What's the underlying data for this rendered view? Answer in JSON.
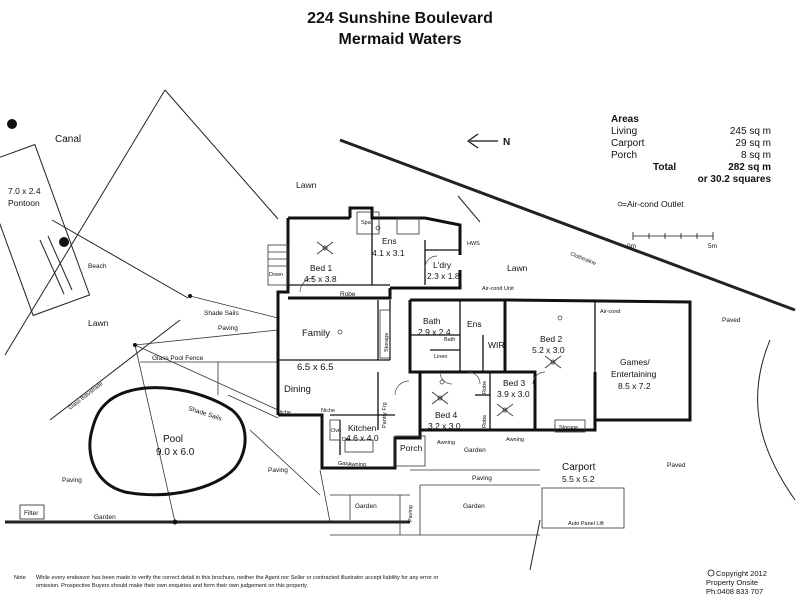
{
  "header": {
    "address": "224 Sunshine Boulevard",
    "suburb": "Mermaid Waters"
  },
  "areas": {
    "heading": "Areas",
    "rows": [
      {
        "name": "Living",
        "value": "245 sq m"
      },
      {
        "name": "Carport",
        "value": "29 sq m"
      },
      {
        "name": "Porch",
        "value": "8 sq m"
      }
    ],
    "total_label": "Total",
    "total_value": "282 sq m",
    "squares": "or 30.2 squares"
  },
  "legend": {
    "aircond": "=Air-cond Outlet"
  },
  "compass": {
    "north": "N"
  },
  "scale": {
    "start": "0m",
    "end": "5m"
  },
  "rooms": {
    "bed1": {
      "name": "Bed 1",
      "size": "4.5 x 3.8"
    },
    "ens1": {
      "name": "Ens",
      "size": "4.1 x 3.1"
    },
    "ldry": {
      "name": "L'dry",
      "size": "2.3 x 1.8"
    },
    "family": {
      "name": "Family",
      "size": "6.5 x 6.5"
    },
    "dining": {
      "name": "Dining"
    },
    "bath": {
      "name": "Bath",
      "size": "2.9 x 2.4"
    },
    "ens2": {
      "name": "Ens"
    },
    "wir": {
      "name": "WIR"
    },
    "bed2": {
      "name": "Bed 2",
      "size": "5.2 x 3.0"
    },
    "games": {
      "name": "Games/",
      "name2": "Entertaining",
      "size": "8.5 x 7.2"
    },
    "bed3": {
      "name": "Bed 3",
      "size": "3.9 x 3.0"
    },
    "bed4": {
      "name": "Bed 4",
      "size": "3.2 x 3.0"
    },
    "kitchen": {
      "name": "Kitchen",
      "size": "4.6 x 4.0"
    },
    "porch": {
      "name": "Porch"
    },
    "pool": {
      "name": "Pool",
      "size": "9.0 x 6.0"
    },
    "carport": {
      "name": "Carport",
      "size": "5.5 x 5.2"
    },
    "pontoon": {
      "size": "7.0 x 2.4",
      "name": "Pontoon"
    }
  },
  "labels": {
    "canal": "Canal",
    "lawn": "Lawn",
    "beach": "Beach",
    "shade_sails": "Shade Sails",
    "paving": "Paving",
    "glass_pool_fence": "Glass Pool Fence",
    "glass_balustrade": "Glass Balustrade",
    "garden": "Garden",
    "paved": "Paved",
    "filter": "Filter",
    "spa": "Spa",
    "hws": "HWS",
    "down": "Down",
    "robe": "Robe",
    "storage": "Storage",
    "linen": "Linen",
    "niche": "Niche",
    "pantry_frg": "Pantry Frg",
    "oven": "Ovn",
    "dw": "Dw",
    "gas": "Gas",
    "awning": "Awning",
    "aircond": "Air-cond",
    "aircond_unit": "Air-cond Unit",
    "clothesline": "Clothesline",
    "auto_panel_lift": "Auto Panel Lift"
  },
  "note": {
    "label": "Note",
    "text": "While every endeavor has been made to verify the correct detail in this brochure, neither the Agent nor Seller or contracted illustrator accept liability for any error or omission. Prospective Buyers should make their own enquiries and form their own judgement on this property."
  },
  "copyright": {
    "line1": "Copyright 2012",
    "line2": "Property Onsite",
    "line3": "Ph:0408 833 707"
  }
}
